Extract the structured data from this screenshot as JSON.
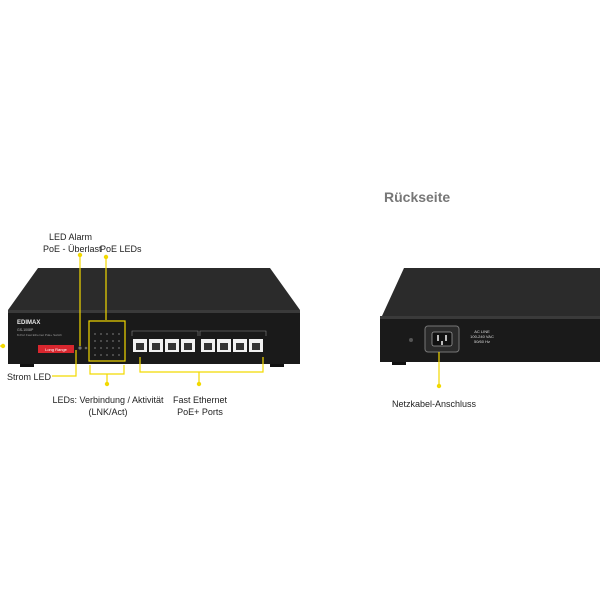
{
  "heading": "Rückseite",
  "front": {
    "brand": "EDIMAX",
    "model": "GS-1008P",
    "subtitle": "8-Port Fast Ethernet PoE+ Switch",
    "badge": "Long Range",
    "labels": {
      "led_alarm_line1": "LED Alarm",
      "led_alarm_line2": "PoE - Überlast",
      "poe_leds": "PoE LEDs",
      "power_led": "Strom LED",
      "link_leds_line1": "LEDs: Verbindung / Aktivität",
      "link_leds_line2": "(LNK/Act)",
      "ports_line1": "Fast Ethernet",
      "ports_line2": "PoE+ Ports"
    }
  },
  "back": {
    "plate_line1": "AC LINE",
    "plate_line2": "100-240 VAC",
    "plate_line3": "50/60 Hz",
    "power_label": "Netzkabel-Anschluss"
  },
  "colors": {
    "callout": "#f2d900",
    "device_top": "#2a2a2a",
    "device_front": "#1b1b1b",
    "port": "#f4f4f4",
    "badge": "#d8262e"
  }
}
